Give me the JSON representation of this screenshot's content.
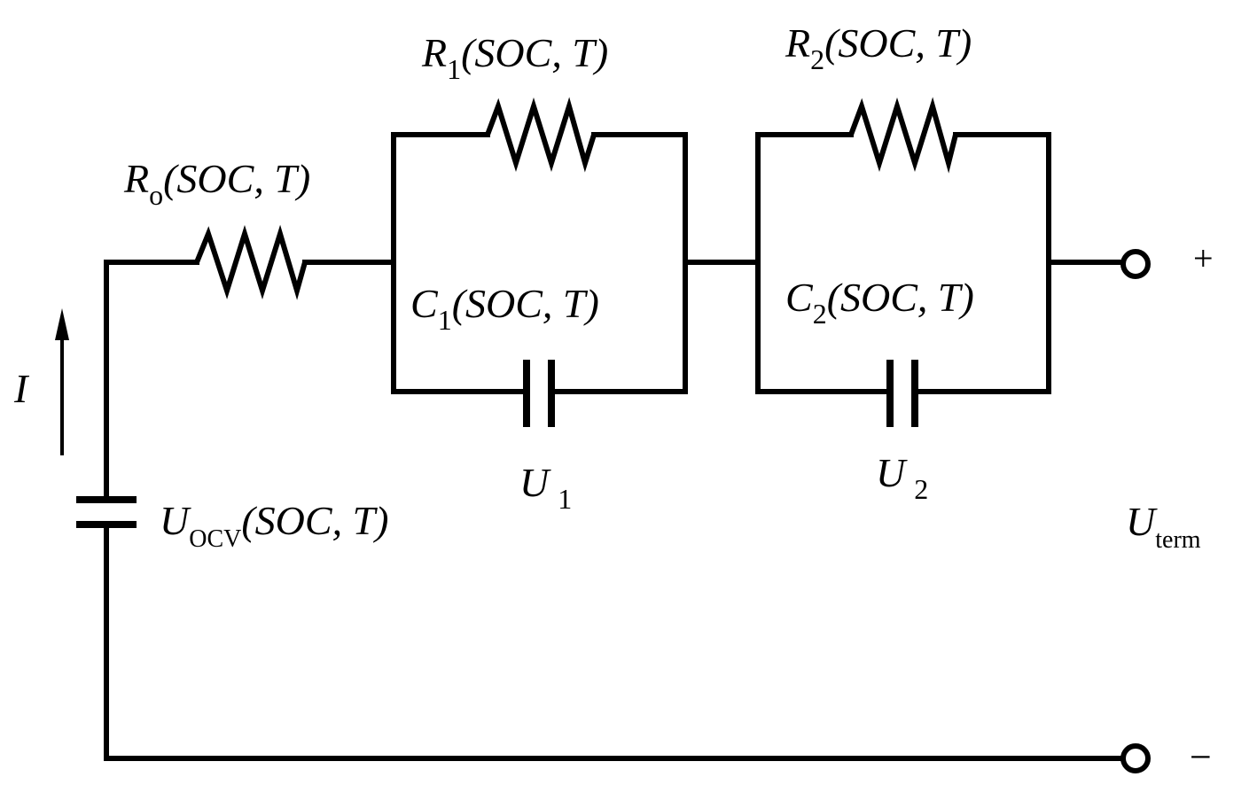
{
  "labels": {
    "r0": {
      "sym": "R",
      "sub": "o",
      "args": "(SOC, T)"
    },
    "r1": {
      "sym": "R",
      "sub": "1",
      "args": "(SOC, T)"
    },
    "r2": {
      "sym": "R",
      "sub": "2",
      "args": "(SOC, T)"
    },
    "c1": {
      "sym": "C",
      "sub": "1",
      "args": "(SOC, T)"
    },
    "c2": {
      "sym": "C",
      "sub": "2",
      "args": "(SOC, T)"
    },
    "u1": {
      "sym": "U",
      "sub": "1"
    },
    "u2": {
      "sym": "U",
      "sub": "2"
    },
    "uocv": {
      "sym": "U",
      "sub": "OCV",
      "args": "(SOC, T)"
    },
    "uterm": {
      "sym": "U",
      "sub": "term"
    },
    "current": "I",
    "plus": "+",
    "minus": "−"
  }
}
